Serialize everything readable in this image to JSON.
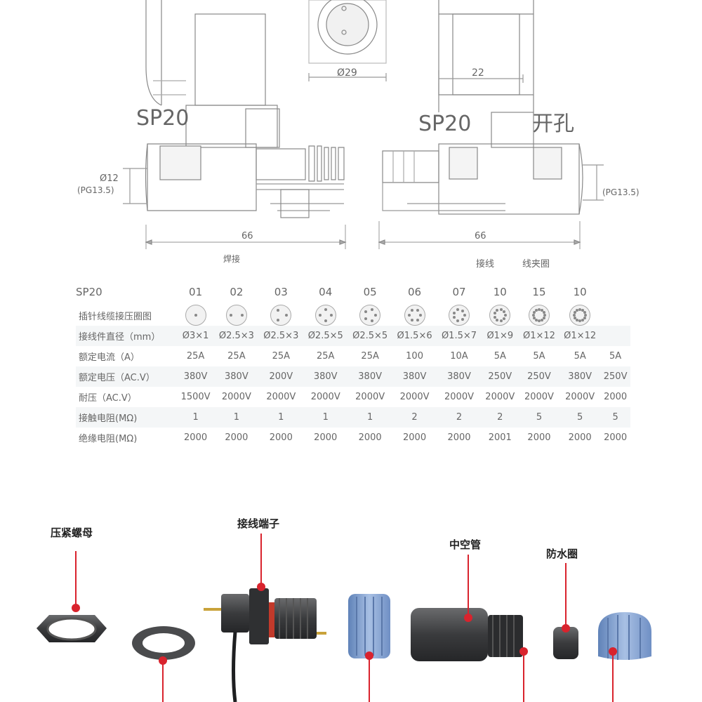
{
  "drawing": {
    "left_model": "SP20",
    "right_model": "SP20",
    "right_hole_label": "开孔",
    "top_diameter": "Ø29",
    "top_width": "22",
    "left_cable_dia": "Ø12",
    "left_pg": "(PG13.5)",
    "right_pg": "(PG13.5)",
    "left_length": "66",
    "right_length": "66",
    "left_bottom_note": "焊接",
    "right_bottom_note_1": "接线",
    "right_bottom_note_2": "线夹圈"
  },
  "spec_table": {
    "header": [
      "SP20",
      "01",
      "02",
      "03",
      "04",
      "05",
      "06",
      "07",
      "10",
      "15",
      "10"
    ],
    "rows": [
      {
        "label": "插针线缆接压圈图",
        "values": [
          "",
          "",
          "",
          "",
          "",
          "",
          "",
          "",
          "",
          "",
          ""
        ]
      },
      {
        "label": "接线件直径（mm）",
        "values": [
          "Ø3×1",
          "Ø2.5×3",
          "Ø2.5×3",
          "Ø2.5×5",
          "Ø2.5×5",
          "Ø1.5×6",
          "Ø1.5×7",
          "Ø1×9",
          "Ø1×12",
          "Ø1×12",
          ""
        ]
      },
      {
        "label": "额定电流（A）",
        "values": [
          "25A",
          "25A",
          "25A",
          "25A",
          "25A",
          "100",
          "10A",
          "5A",
          "5A",
          "5A",
          "5A"
        ]
      },
      {
        "label": "额定电压（AC.V）",
        "values": [
          "380V",
          "380V",
          "200V",
          "380V",
          "380V",
          "380V",
          "380V",
          "250V",
          "250V",
          "380V",
          "250V"
        ]
      },
      {
        "label": "耐压（AC.V）",
        "values": [
          "1500V",
          "2000V",
          "2000V",
          "2000V",
          "2000V",
          "2000V",
          "2000V",
          "2000V",
          "2000V",
          "2000V",
          "2000"
        ]
      },
      {
        "label": "接触电阻(MΩ)",
        "values": [
          "1",
          "1",
          "1",
          "1",
          "1",
          "2",
          "2",
          "2",
          "5",
          "5",
          "5"
        ]
      },
      {
        "label": "绝缘电阻(MΩ)",
        "values": [
          "2000",
          "2000",
          "2000",
          "2000",
          "2000",
          "2000",
          "2000",
          "2001",
          "2000",
          "2000",
          "2000"
        ]
      }
    ],
    "pin_counts": [
      1,
      2,
      3,
      4,
      5,
      6,
      7,
      9,
      12,
      12
    ]
  },
  "parts": {
    "nut": "压紧螺母",
    "terminal": "接线端子",
    "hollow_tube": "中空管",
    "seal": "防水圈"
  },
  "colors": {
    "callout_red": "#d9232d",
    "part_blue": "#7f9fcf",
    "part_dark": "#3a3b3d"
  }
}
